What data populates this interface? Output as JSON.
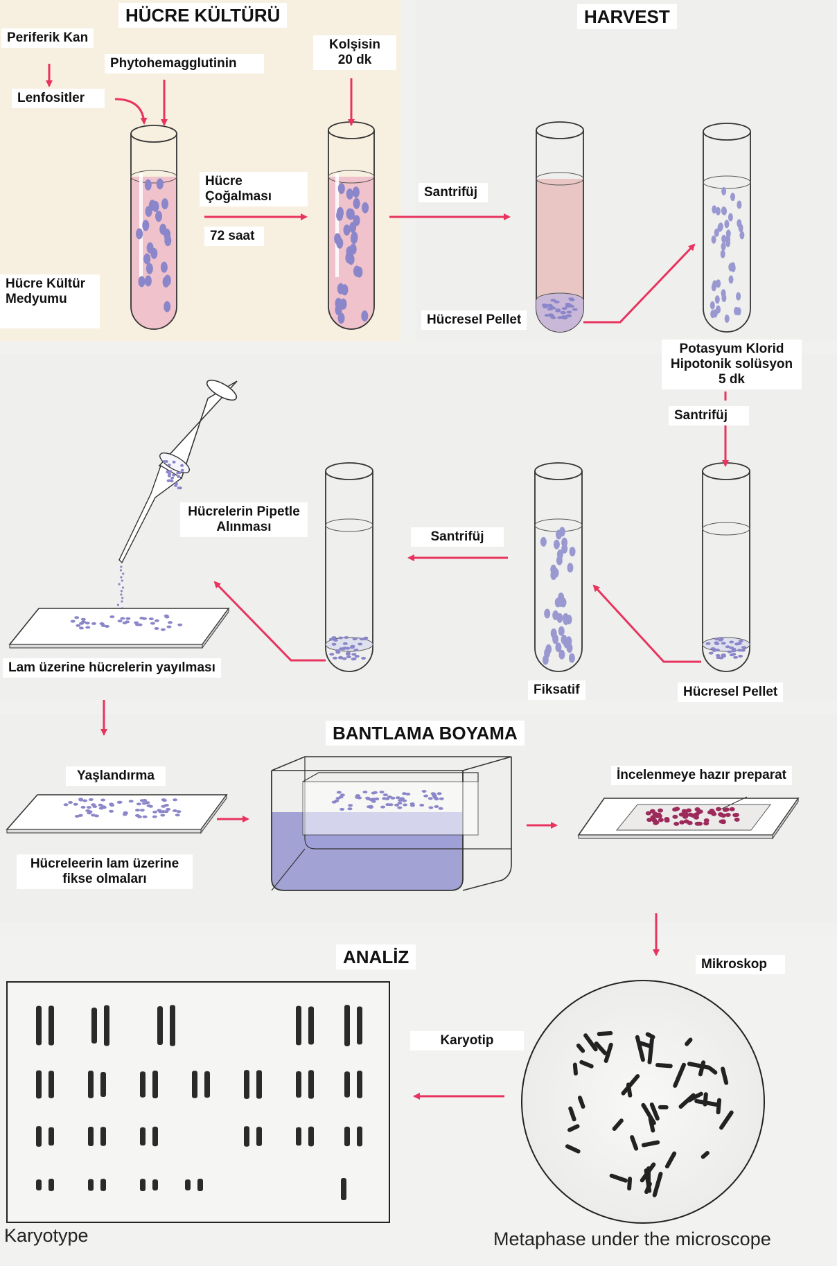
{
  "sections": {
    "culture": "HÜCRE KÜLTÜRÜ",
    "harvest": "HARVEST",
    "banding": "BANTLAMA BOYAMA",
    "analysis": "ANALİZ"
  },
  "labels": {
    "peripheral_blood": "Periferik Kan",
    "phytohemagglutinin": "Phytohemagglutinin",
    "lymphocytes": "Lenfositler",
    "colcemid_1": "Kolşisin",
    "colcemid_2": "20 dk",
    "proliferation_1": "Hücre",
    "proliferation_2": "Çoğalması",
    "hours_72": "72 saat",
    "medium_1": "Hücre Kültür",
    "medium_2": "Medyumu",
    "centrifuge_1": "Santrifüj",
    "pellet_1": "Hücresel Pellet",
    "kcl_1": "Potasyum Klorid",
    "kcl_2": "Hipotonik solüsyon",
    "kcl_3": "5 dk",
    "centrifuge_2": "Santrifüj",
    "pipette_1": "Hücrelerin Pipetle",
    "pipette_2": "Alınması",
    "centrifuge_3": "Santrifüj",
    "spread": "Lam üzerine hücrelerin yayılması",
    "fixative": "Fiksatif",
    "pellet_2": "Hücresel Pellet",
    "aging": "Yaşlandırma",
    "ready": "İncelenmeye hazır preparat",
    "fix_1": "Hücreleerin lam üzerine",
    "fix_2": "fikse olmaları",
    "microscope": "Mikroskop",
    "karyotype_tr": "Karyotip"
  },
  "captions": {
    "karyotype": "Karyotype",
    "metaphase": "Metaphase under the microscope"
  },
  "colors": {
    "arrow": "#e8335e",
    "medium": "#f0c2cc",
    "cell": "#8a86c9",
    "stain": "#8888cc",
    "panel": "#f7efdf"
  }
}
